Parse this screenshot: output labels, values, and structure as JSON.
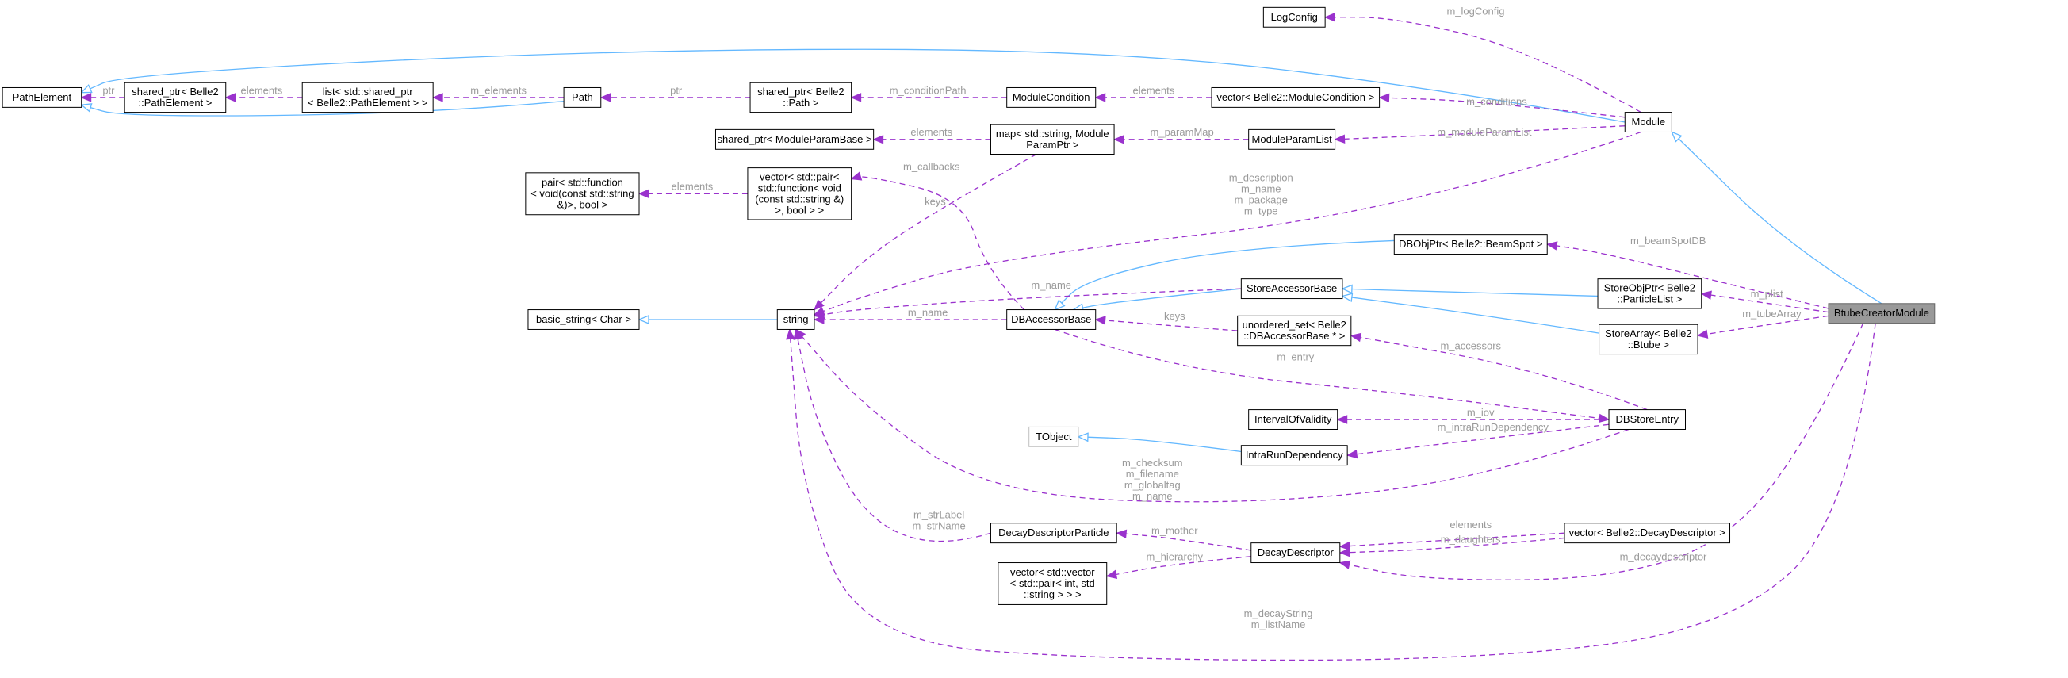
{
  "diagram": {
    "nodes": [
      {
        "id": "logconfig",
        "lines": [
          "LogConfig"
        ]
      },
      {
        "id": "module",
        "lines": [
          "Module"
        ]
      },
      {
        "id": "pathelement",
        "lines": [
          "PathElement"
        ]
      },
      {
        "id": "sp_pathelement",
        "lines": [
          "shared_ptr< Belle2",
          "::PathElement >"
        ]
      },
      {
        "id": "list_pe",
        "lines": [
          "list< std::shared_ptr",
          "< Belle2::PathElement > >"
        ]
      },
      {
        "id": "path",
        "lines": [
          "Path"
        ]
      },
      {
        "id": "sp_path",
        "lines": [
          "shared_ptr< Belle2",
          "::Path >"
        ]
      },
      {
        "id": "modulecondition",
        "lines": [
          "ModuleCondition"
        ]
      },
      {
        "id": "vec_modcond",
        "lines": [
          "vector< Belle2::ModuleCondition >"
        ]
      },
      {
        "id": "sp_mpb",
        "lines": [
          "shared_ptr< ModuleParamBase >"
        ]
      },
      {
        "id": "map_mpp",
        "lines": [
          "map< std::string, Module",
          "ParamPtr >"
        ]
      },
      {
        "id": "moduleparamlist",
        "lines": [
          "ModuleParamList"
        ]
      },
      {
        "id": "pair_fn",
        "lines": [
          "pair< std::function",
          "< void(const std::string",
          "&)>, bool >"
        ]
      },
      {
        "id": "vec_pair_fn",
        "lines": [
          "vector< std::pair<",
          "std::function< void",
          "(const std::string &)",
          ">, bool > >"
        ]
      },
      {
        "id": "dbobjptr",
        "lines": [
          "DBObjPtr< Belle2::BeamSpot >"
        ]
      },
      {
        "id": "storeaccessorbase",
        "lines": [
          "StoreAccessorBase"
        ]
      },
      {
        "id": "storeobjptr",
        "lines": [
          "StoreObjPtr< Belle2",
          "::ParticleList >"
        ]
      },
      {
        "id": "btubecreator",
        "lines": [
          "BtubeCreatorModule"
        ]
      },
      {
        "id": "basic_string",
        "lines": [
          "basic_string< Char >"
        ]
      },
      {
        "id": "string",
        "lines": [
          "string"
        ]
      },
      {
        "id": "dbaccessorbase",
        "lines": [
          "DBAccessorBase"
        ]
      },
      {
        "id": "unordered_set",
        "lines": [
          "unordered_set< Belle2",
          "::DBAccessorBase * >"
        ]
      },
      {
        "id": "storearray",
        "lines": [
          "StoreArray< Belle2",
          "::Btube >"
        ]
      },
      {
        "id": "intervalofvalidity",
        "lines": [
          "IntervalOfValidity"
        ]
      },
      {
        "id": "dbstoreentry",
        "lines": [
          "DBStoreEntry"
        ]
      },
      {
        "id": "tobject",
        "lines": [
          "TObject"
        ]
      },
      {
        "id": "intrarundependency",
        "lines": [
          "IntraRunDependency"
        ]
      },
      {
        "id": "decaydescriptorparticle",
        "lines": [
          "DecayDescriptorParticle"
        ]
      },
      {
        "id": "decaydescriptor",
        "lines": [
          "DecayDescriptor"
        ]
      },
      {
        "id": "vec_decaydescriptor",
        "lines": [
          "vector< Belle2::DecayDescriptor >"
        ]
      },
      {
        "id": "vec_hierarchy",
        "lines": [
          "vector< std::vector",
          "< std::pair< int, std",
          "::string > > >"
        ]
      }
    ],
    "edge_labels": [
      {
        "id": "l_logconfig",
        "lines": [
          "m_logConfig"
        ]
      },
      {
        "id": "l_ptr1",
        "lines": [
          "ptr"
        ]
      },
      {
        "id": "l_elements1",
        "lines": [
          "elements"
        ]
      },
      {
        "id": "l_m_elements",
        "lines": [
          "m_elements"
        ]
      },
      {
        "id": "l_ptr2",
        "lines": [
          "ptr"
        ]
      },
      {
        "id": "l_condpath",
        "lines": [
          "m_conditionPath"
        ]
      },
      {
        "id": "l_elements2",
        "lines": [
          "elements"
        ]
      },
      {
        "id": "l_conditions",
        "lines": [
          "m_conditions"
        ]
      },
      {
        "id": "l_elements3",
        "lines": [
          "elements"
        ]
      },
      {
        "id": "l_parammap",
        "lines": [
          "m_paramMap"
        ]
      },
      {
        "id": "l_mparamlist",
        "lines": [
          "m_moduleParamList"
        ]
      },
      {
        "id": "l_elements4",
        "lines": [
          "elements"
        ]
      },
      {
        "id": "l_callbacks",
        "lines": [
          "m_callbacks"
        ]
      },
      {
        "id": "l_keys1",
        "lines": [
          "keys"
        ]
      },
      {
        "id": "l_module_strings",
        "lines": [
          "m_description",
          "m_name",
          "m_package",
          "m_type"
        ]
      },
      {
        "id": "l_beamspot",
        "lines": [
          "m_beamSpotDB"
        ]
      },
      {
        "id": "l_plist",
        "lines": [
          "m_plist"
        ]
      },
      {
        "id": "l_tubearray",
        "lines": [
          "m_tubeArray"
        ]
      },
      {
        "id": "l_name1",
        "lines": [
          "m_name"
        ]
      },
      {
        "id": "l_name2",
        "lines": [
          "m_name"
        ]
      },
      {
        "id": "l_keys2",
        "lines": [
          "keys"
        ]
      },
      {
        "id": "l_accessors",
        "lines": [
          "m_accessors"
        ]
      },
      {
        "id": "l_entry",
        "lines": [
          "m_entry"
        ]
      },
      {
        "id": "l_iov",
        "lines": [
          "m_iov"
        ]
      },
      {
        "id": "l_intrarun",
        "lines": [
          "m_intraRunDependency"
        ]
      },
      {
        "id": "l_entry_strings",
        "lines": [
          "m_checksum",
          "m_filename",
          "m_globaltag",
          "m_name"
        ]
      },
      {
        "id": "l_strlabel",
        "lines": [
          "m_strLabel",
          "m_strName"
        ]
      },
      {
        "id": "l_mother",
        "lines": [
          "m_mother"
        ]
      },
      {
        "id": "l_elements5",
        "lines": [
          "elements"
        ]
      },
      {
        "id": "l_daughters",
        "lines": [
          "m_daughters"
        ]
      },
      {
        "id": "l_hierarchy",
        "lines": [
          "m_hierarchy"
        ]
      },
      {
        "id": "l_decaydesc",
        "lines": [
          "m_decaydescriptor"
        ]
      },
      {
        "id": "l_decaystring",
        "lines": [
          "m_decayString",
          "m_listName"
        ]
      }
    ]
  }
}
